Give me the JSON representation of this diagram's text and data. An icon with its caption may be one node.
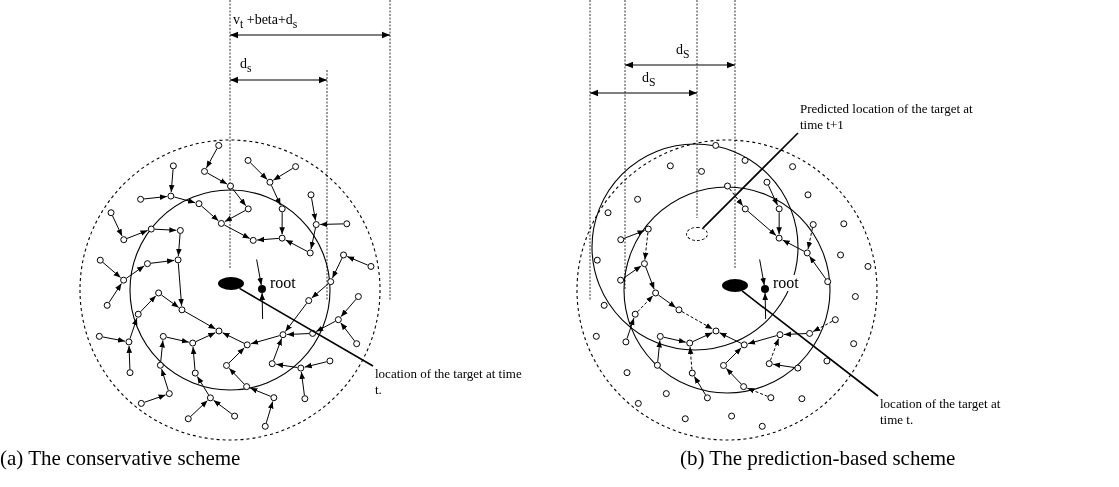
{
  "diagram": {
    "nodes": [
      {
        "text": [
          "location of the target at time t."
        ]
      },
      {
        "text": [],
        "shape": "ellipse"
      },
      {
        "text": [],
        "shape": "circle",
        "beside": [
          "root"
        ]
      },
      {
        "text": [
          "Predicted location of the target at time t+1"
        ]
      },
      {
        "text": [],
        "shape": "ellipse"
      },
      {
        "text": [
          "location of the target at time t."
        ]
      },
      {
        "text": [],
        "shape": "ellipse"
      },
      {
        "text": [],
        "shape": "circle",
        "beside": [
          "root"
        ]
      }
    ],
    "edges": [
      {
        "from": 0,
        "to": 1,
        "arrow": "none"
      },
      {
        "from": 3,
        "to": 4,
        "arrow": "none"
      },
      {
        "from": 5,
        "to": 6,
        "arrow": "none"
      },
      {
        "from": null,
        "to": 2,
        "arrow": "to"
      },
      {
        "from": null,
        "to": 2,
        "arrow": "to"
      },
      {
        "from": null,
        "to": 7,
        "arrow": "to"
      },
      {
        "from": null,
        "to": 7,
        "arrow": "to"
      }
    ],
    "labels": [
      "v$_{t}$ +beta+d$_{s}$",
      "d$_{s}$",
      "d$_{S}$",
      "d$_{S}$",
      "(a) The conservative scheme",
      "(b) The prediction-based scheme"
    ]
  }
}
